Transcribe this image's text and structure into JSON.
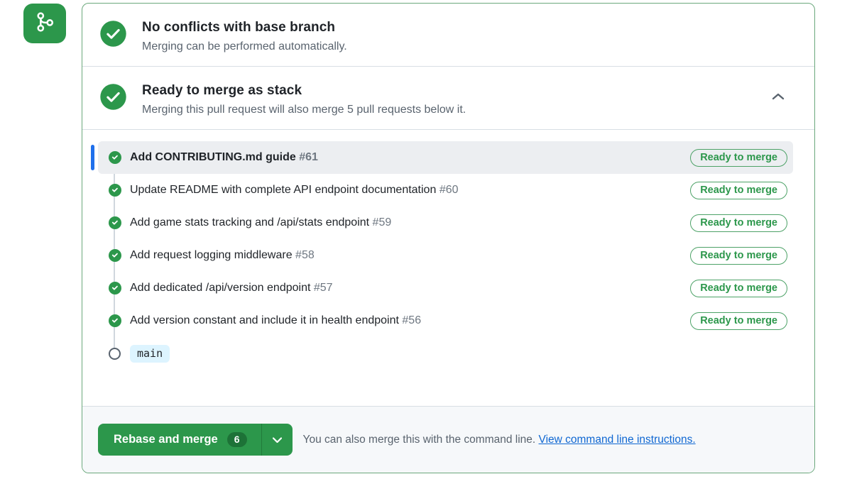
{
  "app_icon": {
    "name": "git-stack"
  },
  "panel": {
    "checks": [
      {
        "title": "No conflicts with base branch",
        "subtitle": "Merging can be performed automatically."
      },
      {
        "title": "Ready to merge as stack",
        "subtitle": "Merging this pull request will also merge 5 pull requests below it."
      }
    ],
    "stack": {
      "items": [
        {
          "title": "Add CONTRIBUTING.md guide",
          "number": "#61",
          "status": "Ready to merge",
          "current": true
        },
        {
          "title": "Update README with complete API endpoint documentation",
          "number": "#60",
          "status": "Ready to merge",
          "current": false
        },
        {
          "title": "Add game stats tracking and /api/stats endpoint",
          "number": "#59",
          "status": "Ready to merge",
          "current": false
        },
        {
          "title": "Add request logging middleware",
          "number": "#58",
          "status": "Ready to merge",
          "current": false
        },
        {
          "title": "Add dedicated /api/version endpoint",
          "number": "#57",
          "status": "Ready to merge",
          "current": false
        },
        {
          "title": "Add version constant and include it in health endpoint",
          "number": "#56",
          "status": "Ready to merge",
          "current": false
        }
      ],
      "base_branch": "main"
    },
    "footer": {
      "merge_button_label": "Rebase and merge",
      "merge_count": "6",
      "cli_text": "You can also merge this with the command line.",
      "cli_link": "View command line instructions."
    }
  },
  "colors": {
    "accent_green": "#2c974b",
    "panel_border": "#6ba87c",
    "active_row_bar": "#1f6feb",
    "link_blue": "#0f67d2",
    "branch_chip_bg": "#ddf4ff"
  }
}
